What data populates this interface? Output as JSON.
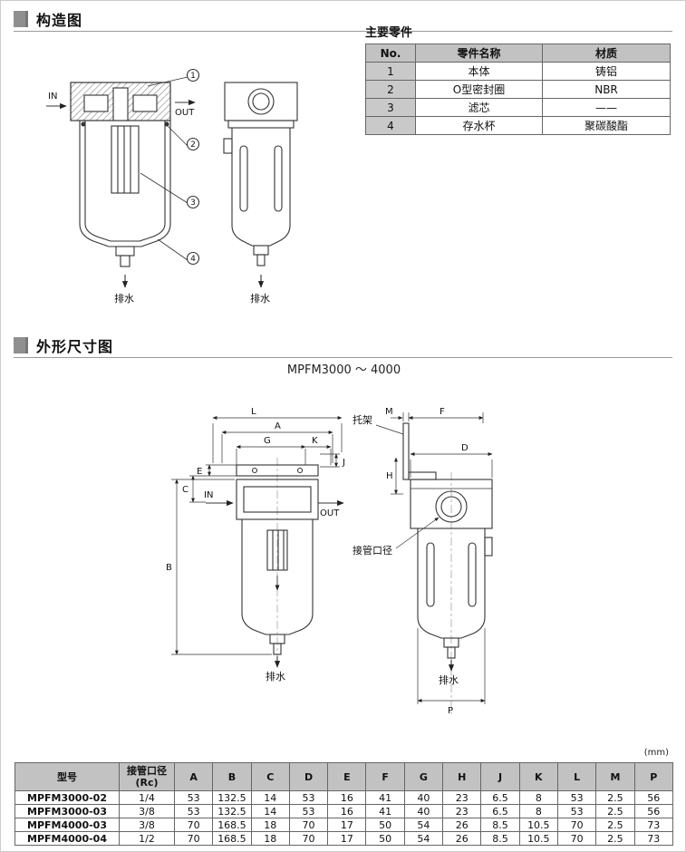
{
  "structure_section": {
    "title": "构造图",
    "parts_table": {
      "title": "主要零件",
      "headers": [
        "No.",
        "零件名称",
        "材质"
      ],
      "rows": [
        [
          "1",
          "本体",
          "铸铝"
        ],
        [
          "2",
          "O型密封圈",
          "NBR"
        ],
        [
          "3",
          "滤芯",
          "——"
        ],
        [
          "4",
          "存水杯",
          "聚碳酸酯"
        ]
      ]
    },
    "diagram": {
      "in_label": "IN",
      "out_label": "OUT",
      "drain_label_left": "排水",
      "drain_label_right": "排水",
      "callouts": [
        "1",
        "2",
        "3",
        "4"
      ]
    }
  },
  "dimensions_section": {
    "title": "外形尺寸图",
    "subtitle": "MPFM3000 ～ 4000",
    "front_view": {
      "dim_l": "L",
      "dim_a": "A",
      "dim_g": "G",
      "dim_k": "K",
      "dim_j": "J",
      "dim_e": "E",
      "dim_c": "C",
      "dim_b": "B",
      "in_label": "IN",
      "out_label": "OUT",
      "drain_label": "排水"
    },
    "side_view": {
      "bracket_label": "托架",
      "dim_m": "M",
      "dim_f": "F",
      "dim_d": "D",
      "dim_h": "H",
      "dim_p": "P",
      "port_label": "接管口径",
      "drain_label": "排水"
    }
  },
  "dim_table": {
    "unit": "(mm)",
    "headers": [
      "型号",
      "接管口径\n(Rc)",
      "A",
      "B",
      "C",
      "D",
      "E",
      "F",
      "G",
      "H",
      "J",
      "K",
      "L",
      "M",
      "P"
    ],
    "rows": [
      [
        "MPFM3000-02",
        "1/4",
        "53",
        "132.5",
        "14",
        "53",
        "16",
        "41",
        "40",
        "23",
        "6.5",
        "8",
        "53",
        "2.5",
        "56"
      ],
      [
        "MPFM3000-03",
        "3/8",
        "53",
        "132.5",
        "14",
        "53",
        "16",
        "41",
        "40",
        "23",
        "6.5",
        "8",
        "53",
        "2.5",
        "56"
      ],
      [
        "MPFM4000-03",
        "3/8",
        "70",
        "168.5",
        "18",
        "70",
        "17",
        "50",
        "54",
        "26",
        "8.5",
        "10.5",
        "70",
        "2.5",
        "73"
      ],
      [
        "MPFM4000-04",
        "1/2",
        "70",
        "168.5",
        "18",
        "70",
        "17",
        "50",
        "54",
        "26",
        "8.5",
        "10.5",
        "70",
        "2.5",
        "73"
      ]
    ]
  }
}
